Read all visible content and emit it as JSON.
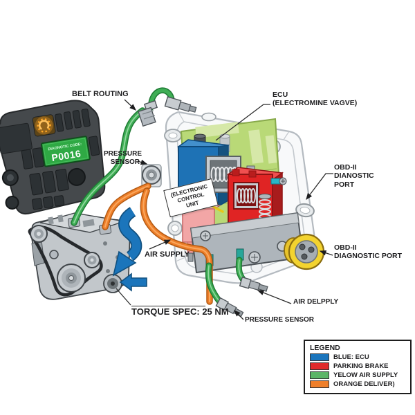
{
  "labels": {
    "belt_routing": "BELT ROUTING",
    "ecu_line1": "ECU",
    "ecu_line2": "(ELECTROMINE VAGVE)",
    "pressure_sensor_left_line1": "PRESSURE",
    "pressure_sensor_left_line2": "SENSOR",
    "obd_right_line1": "OBD-II",
    "obd_right_line2": "DIANOSTIC",
    "obd_right_line3": "PORT",
    "obd_bottom_line1": "OBD-II",
    "obd_bottom_line2": "DIAGNOSTIC PORT",
    "air_supply": "AIR SUPPLY",
    "torque_spec": "TORQUE SPEC: 25 NM",
    "air_delpply": "AIR DELPPLY",
    "pressure_sensor_bottom": "PRESSURE SENSOR"
  },
  "ecu_card": {
    "line1": "(ELECTRONIC",
    "line2": "CONTROL",
    "line3": "UNIT"
  },
  "dashboard": {
    "display_title": "DIAGNOTIC CODE:",
    "display_code": "P0016"
  },
  "legend": {
    "title": "LEGEND",
    "items": [
      {
        "label": "BLUE: ECU",
        "color": "#1b75bc"
      },
      {
        "label": "PARKING BRAKE",
        "color": "#e02b2b"
      },
      {
        "label": "YELOW AIR SUPPLY",
        "color": "#5cb567"
      },
      {
        "label": "ORANGE DELIVER)",
        "color": "#ef7f2a"
      }
    ]
  },
  "colors": {
    "ecu_blue": "#1e72b5",
    "parking_brake_red": "#e02424",
    "air_supply_green": "#3fae55",
    "delivery_orange": "#ef7f2a",
    "connector_yellow": "#f3d32f",
    "pcb_green": "#b9d977",
    "display_green": "#2fa944",
    "warning_orange": "#f59a23"
  }
}
